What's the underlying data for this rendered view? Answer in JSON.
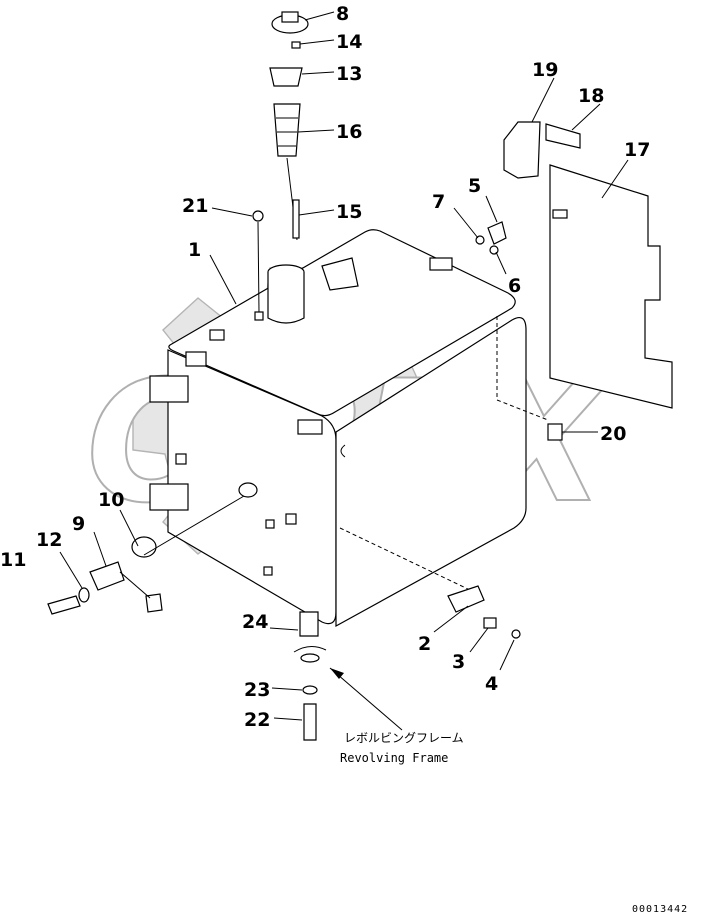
{
  "watermark": {
    "text": "OPEX"
  },
  "callouts": [
    {
      "id": "c1",
      "label": "1"
    },
    {
      "id": "c2",
      "label": "2"
    },
    {
      "id": "c3",
      "label": "3"
    },
    {
      "id": "c4",
      "label": "4"
    },
    {
      "id": "c5",
      "label": "5"
    },
    {
      "id": "c6",
      "label": "6"
    },
    {
      "id": "c7",
      "label": "7"
    },
    {
      "id": "c8",
      "label": "8"
    },
    {
      "id": "c9",
      "label": "9"
    },
    {
      "id": "c10",
      "label": "10"
    },
    {
      "id": "c11",
      "label": "11"
    },
    {
      "id": "c12",
      "label": "12"
    },
    {
      "id": "c13",
      "label": "13"
    },
    {
      "id": "c14",
      "label": "14"
    },
    {
      "id": "c15",
      "label": "15"
    },
    {
      "id": "c16",
      "label": "16"
    },
    {
      "id": "c17",
      "label": "17"
    },
    {
      "id": "c18",
      "label": "18"
    },
    {
      "id": "c19",
      "label": "19"
    },
    {
      "id": "c20",
      "label": "20"
    },
    {
      "id": "c21",
      "label": "21"
    },
    {
      "id": "c22",
      "label": "22"
    },
    {
      "id": "c23",
      "label": "23"
    },
    {
      "id": "c24",
      "label": "24"
    }
  ],
  "annotation": {
    "japanese": "レボルビングフレーム",
    "english": "Revolving Frame"
  },
  "drawing_code": "00013442"
}
